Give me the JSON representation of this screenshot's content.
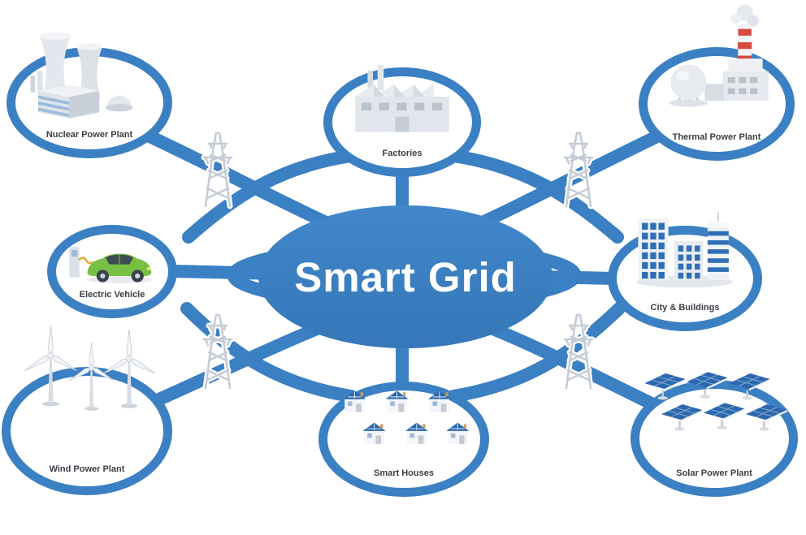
{
  "central": {
    "label": "Smart Grid"
  },
  "nodes": [
    {
      "id": "nuclear-power-plant",
      "label": "Nuclear Power Plant",
      "icon": "nuclear-plant-icon"
    },
    {
      "id": "factories",
      "label": "Factories",
      "icon": "factory-icon"
    },
    {
      "id": "thermal-power-plant",
      "label": "Thermal Power Plant",
      "icon": "thermal-plant-icon"
    },
    {
      "id": "electric-vehicle",
      "label": "Electric Vehicle",
      "icon": "electric-car-icon"
    },
    {
      "id": "city-buildings",
      "label": "City & Buildings",
      "icon": "city-buildings-icon"
    },
    {
      "id": "wind-power-plant",
      "label": "Wind Power Plant",
      "icon": "wind-turbines-icon"
    },
    {
      "id": "smart-houses",
      "label": "Smart Houses",
      "icon": "smart-houses-icon"
    },
    {
      "id": "solar-power-plant",
      "label": "Solar Power Plant",
      "icon": "solar-panels-icon"
    }
  ],
  "icons": [
    "transmission-tower-icon"
  ],
  "colors": {
    "grid_blue": "#3b80c3",
    "panel_window_blue": "#2c68ad",
    "car_green": "#77c044",
    "chimney_red": "#d84a43",
    "illustration_gray": "#e6eaef"
  }
}
